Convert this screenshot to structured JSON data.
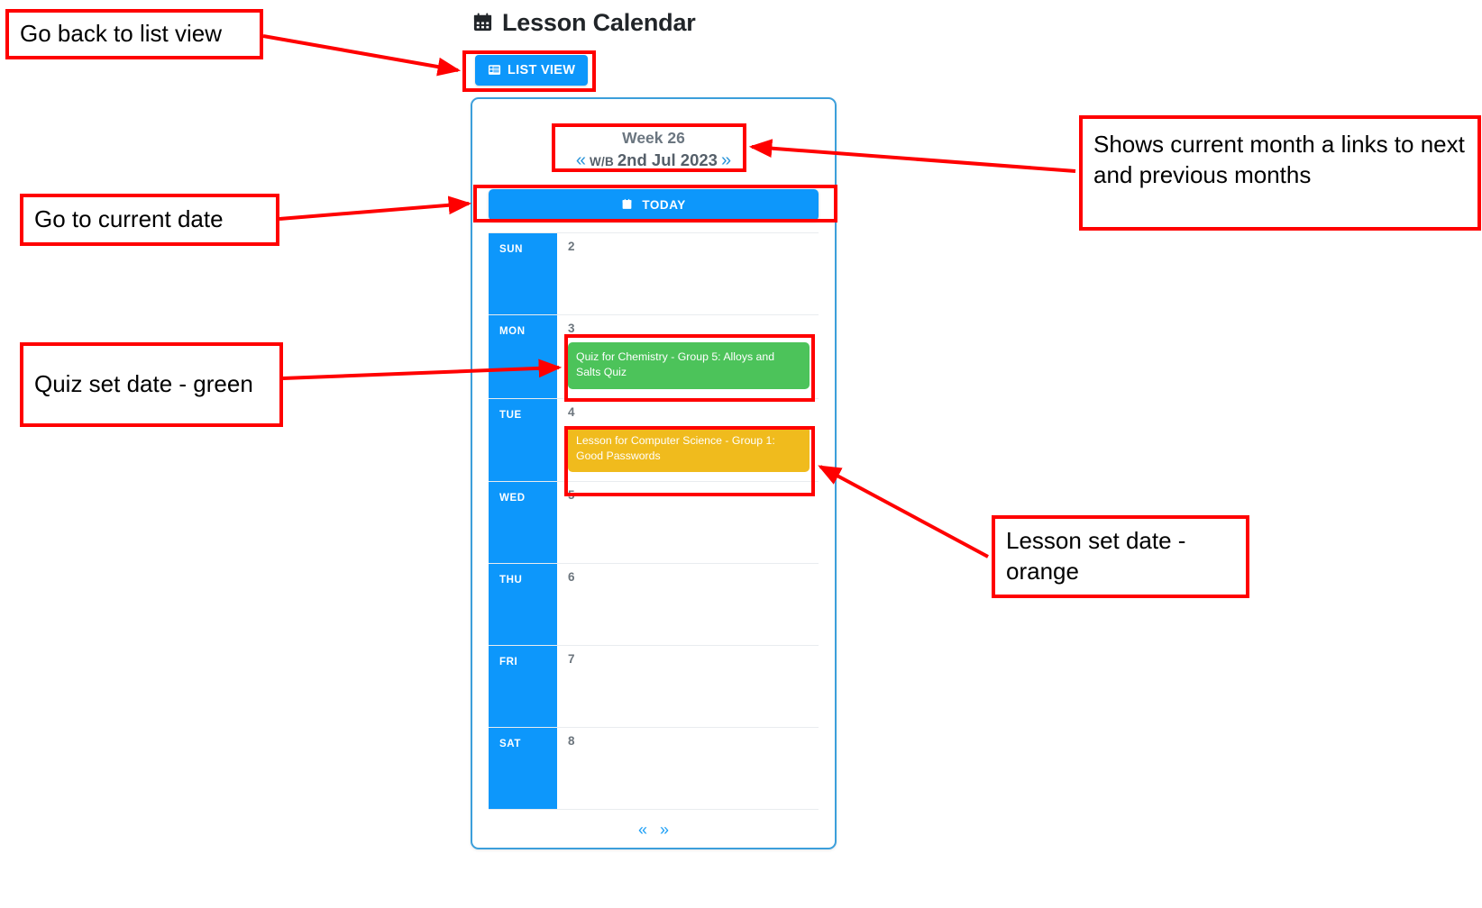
{
  "page": {
    "title": "Lesson Calendar",
    "title_icon": "calendar-icon"
  },
  "toolbar": {
    "list_view_label": "LIST VIEW",
    "list_view_icon": "list-icon"
  },
  "calendar": {
    "week_number": "Week 26",
    "wb_label": "W/B",
    "wb_date": "2nd Jul 2023",
    "prev_arrow": "«",
    "next_arrow": "»",
    "today_label": "TODAY",
    "today_icon": "calendar-day-icon",
    "footer_prev": "«",
    "footer_next": "»",
    "days": [
      {
        "name": "SUN",
        "number": "2",
        "events": []
      },
      {
        "name": "MON",
        "number": "3",
        "events": [
          {
            "label": "Quiz for Chemistry - Group 5: Alloys and Salts Quiz",
            "type": "quiz",
            "color": "#4cc35a"
          }
        ]
      },
      {
        "name": "TUE",
        "number": "4",
        "events": [
          {
            "label": "Lesson for Computer Science - Group 1: Good Passwords",
            "type": "lesson",
            "color": "#f0bb1d"
          }
        ]
      },
      {
        "name": "WED",
        "number": "5",
        "events": []
      },
      {
        "name": "THU",
        "number": "6",
        "events": []
      },
      {
        "name": "FRI",
        "number": "7",
        "events": []
      },
      {
        "name": "SAT",
        "number": "8",
        "events": []
      }
    ]
  },
  "annotations": [
    {
      "id": "list-view",
      "text": "Go back to list view"
    },
    {
      "id": "today",
      "text": "Go to current date"
    },
    {
      "id": "quiz",
      "text": "Quiz set date - green"
    },
    {
      "id": "week-nav",
      "text": "Shows current month a links to next and previous months"
    },
    {
      "id": "lesson",
      "text": "Lesson set date - orange"
    }
  ],
  "colors": {
    "primary_blue": "#0d97fb",
    "card_border": "#3c9fdb",
    "quiz_green": "#4cc35a",
    "lesson_orange": "#f0bb1d",
    "annotation_red": "#ff0000",
    "muted_text": "#6c757d"
  }
}
